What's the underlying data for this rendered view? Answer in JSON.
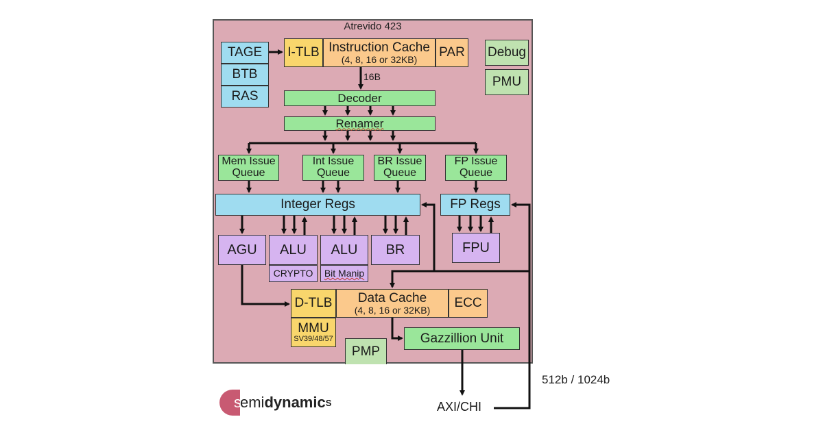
{
  "title": "Atrevido 423",
  "frontend": {
    "predictors": [
      "TAGE",
      "BTB",
      "RAS"
    ],
    "itlb": "I-TLB",
    "icache": {
      "name": "Instruction Cache",
      "sizes": "(4, 8, 16 or 32KB)"
    },
    "par": "PAR",
    "fetch_width": "16B",
    "decoder": "Decoder",
    "renamer": "Renamer"
  },
  "misc": {
    "debug": "Debug",
    "pmu": "PMU",
    "pmp": "PMP"
  },
  "issue_queues": [
    {
      "line1": "Mem Issue",
      "line2": "Queue"
    },
    {
      "line1": "Int Issue",
      "line2": "Queue"
    },
    {
      "line1": "BR Issue",
      "line2": "Queue"
    },
    {
      "line1": "FP Issue",
      "line2": "Queue"
    }
  ],
  "registers": {
    "integer": "Integer Regs",
    "fp": "FP Regs"
  },
  "exec_units": {
    "agu": "AGU",
    "alu1": "ALU",
    "alu1_ext": "CRYPTO",
    "alu2": "ALU",
    "alu2_ext": "Bit Manip",
    "br": "BR",
    "fpu": "FPU"
  },
  "memory": {
    "dtlb": "D-TLB",
    "dcache": {
      "name": "Data Cache",
      "sizes": "(4, 8, 16 or 32KB)"
    },
    "ecc": "ECC",
    "mmu": "MMU",
    "mmu_modes": "SV39/48/57",
    "gazzillion": "Gazzillion Unit"
  },
  "external": {
    "bus": "AXI/CHI",
    "width": "512b / 1024b"
  },
  "logo": {
    "initial": "s",
    "light": "emi",
    "bold": "dynamic",
    "sup": "S"
  },
  "colors": {
    "chip": "#dcaab4",
    "blue": "#9fdcf0",
    "green": "#9ae69a",
    "purple": "#d6b4f0",
    "orange": "#fbc98c",
    "yellow": "#f9d66c",
    "brand": "#c85a72"
  }
}
